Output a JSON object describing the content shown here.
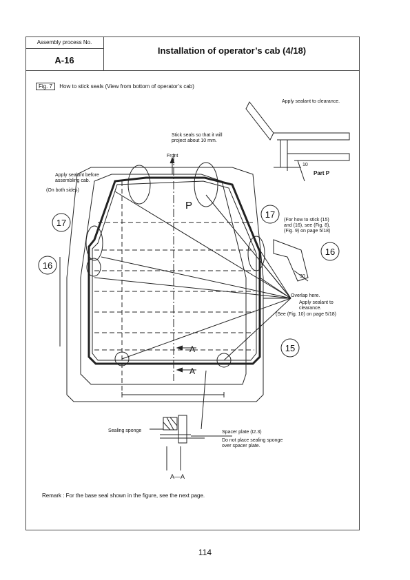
{
  "header": {
    "process_label": "Assembly process No.",
    "process_number": "A-16",
    "title": "Installation of operator’s cab (4/18)"
  },
  "figure": {
    "fig_label": "Fig. 7",
    "caption": "How to stick seals (View from bottom of operator’s cab)",
    "callouts": {
      "apply_sealant_clearance_top": "Apply sealant to clearance.",
      "stick_seals_1": "Stick seals so that it will",
      "stick_seals_2": "project about 10 mm.",
      "front": "Front",
      "apply_before_1": "Apply sealant before",
      "apply_before_2": "assembling cab.",
      "both_sides": "(On both sides)",
      "part_p": "Part P",
      "p_letter": "P",
      "dim_10": "10",
      "how_to_1": "(For how to stick (15)",
      "how_to_2": "and (16), see (Fig. 8),",
      "how_to_3": "(Fig. 9) on page  5/18)",
      "overlap": "Overlap here.",
      "apply_clear_1": "Apply sealant to",
      "apply_clear_2": "clearance.",
      "see_fig10": "(See (Fig. 10) on page 5/18)",
      "dim_30": "30",
      "section_a": "A",
      "sealing_sponge": "Sealing sponge",
      "spacer_plate": "Spacer plate (t2.3)",
      "no_place_1": "Do not place sealing sponge",
      "no_place_2": "over spacer plate.",
      "section_aa": "A—A"
    },
    "part_numbers": {
      "p17_left": "17",
      "p17_right": "17",
      "p16_left": "16",
      "p16_right": "16",
      "p15": "15"
    }
  },
  "remark": "Remark :  For the base seal shown in the figure, see the next page.",
  "page_number": "114"
}
